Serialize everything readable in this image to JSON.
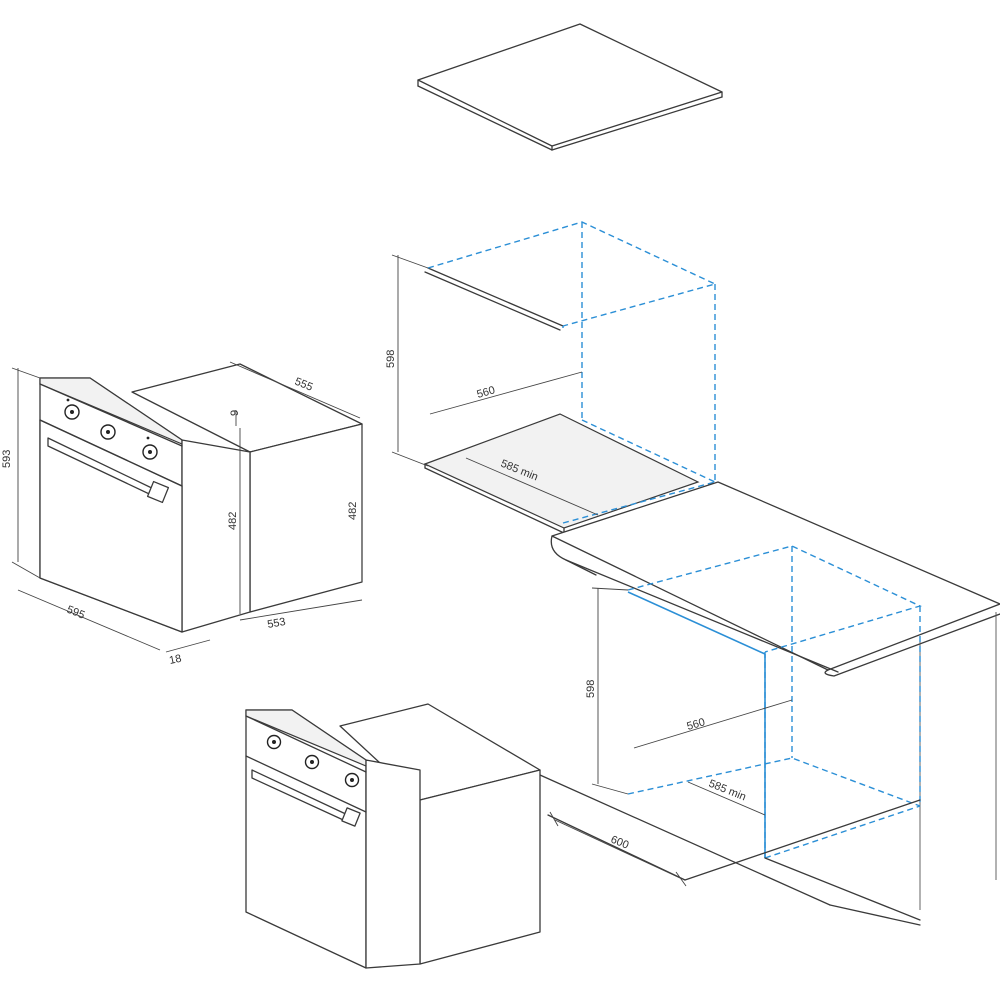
{
  "dimensions": {
    "oven_height": "593",
    "oven_width": "595",
    "oven_depth": "555",
    "panel_thickness": "9",
    "body_height_front": "482",
    "body_height_back": "482",
    "body_depth": "553",
    "front_thickness": "18",
    "column_niche_height": "598",
    "column_niche_width": "560",
    "column_niche_depth": "585 min",
    "under_counter_niche_height": "598",
    "under_counter_niche_width": "560",
    "under_counter_niche_depth": "585 min",
    "cabinet_width": "600"
  },
  "colors": {
    "line": "#3a3a3a",
    "niche_outline": "#2b8fd6"
  }
}
